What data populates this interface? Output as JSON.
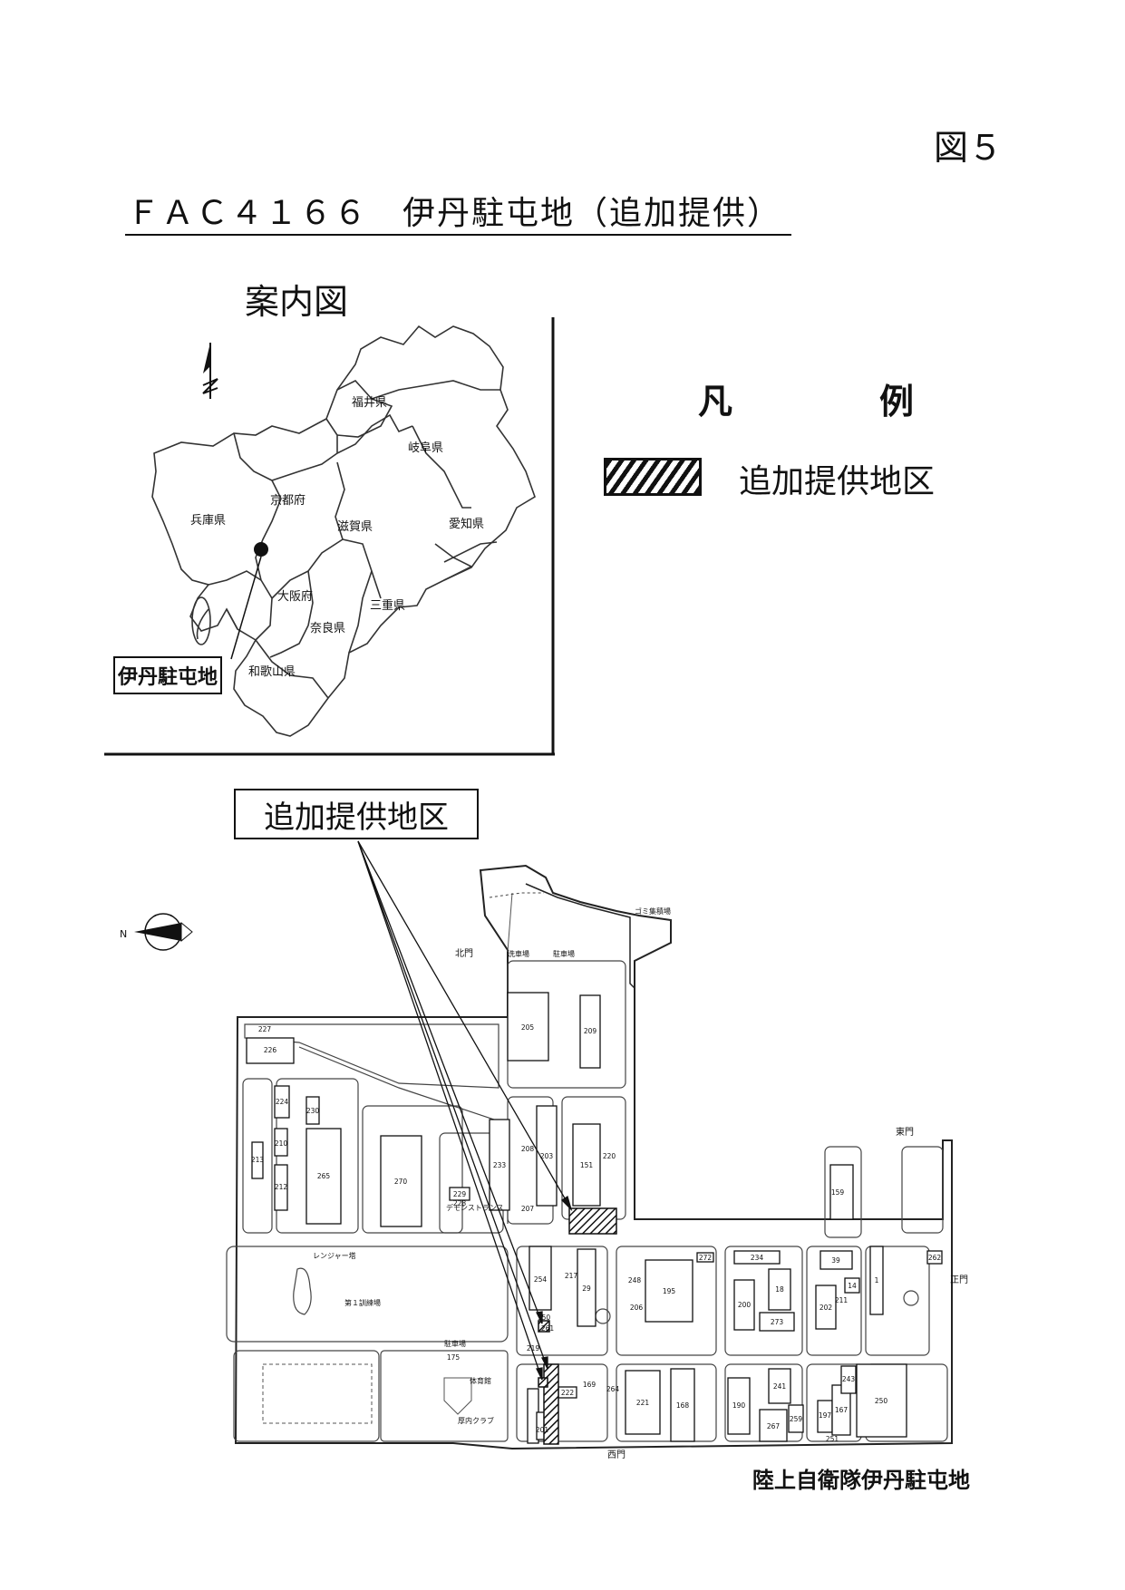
{
  "figure_number": "図５",
  "title": "ＦＡＣ４１６６　伊丹駐屯地（追加提供）",
  "location_map": {
    "label": "案内図",
    "prefectures": [
      "福井県",
      "岐阜県",
      "京都府",
      "兵庫県",
      "滋賀県",
      "愛知県",
      "大阪府",
      "三重県",
      "奈良県",
      "和歌山県"
    ],
    "site_label": "伊丹駐屯地"
  },
  "legend": {
    "title": "凡　例",
    "items": [
      {
        "label": "追加提供地区",
        "pattern": "diagonal-hatch"
      }
    ]
  },
  "site_plan": {
    "callout": "追加提供地区",
    "north_label": "N",
    "gates": [
      "北門",
      "東門",
      "正門",
      "西門"
    ],
    "areas": [
      "ゴミ集積場",
      "洗車場",
      "駐車場",
      "レンジャー塔",
      "第１訓練場",
      "厚内クラブ",
      "デモンストランス",
      "体育館"
    ],
    "buildings": [
      "205",
      "209",
      "227",
      "226",
      "224",
      "230",
      "213",
      "210",
      "212",
      "265",
      "270",
      "233",
      "203",
      "151",
      "220",
      "208",
      "207",
      "229",
      "228",
      "150",
      "159",
      "254",
      "29",
      "195",
      "272",
      "234",
      "18",
      "39",
      "262",
      "200",
      "273",
      "202",
      "211",
      "14",
      "1",
      "221",
      "168",
      "190",
      "241",
      "267",
      "259",
      "197",
      "167",
      "250",
      "243",
      "201",
      "222",
      "169",
      "264",
      "251",
      "175",
      "248",
      "206",
      "219",
      "217",
      "261"
    ]
  },
  "footer": "陸上自衛隊伊丹駐屯地",
  "colors": {
    "ink": "#111111",
    "paper": "#ffffff",
    "hatch": "#111111"
  }
}
